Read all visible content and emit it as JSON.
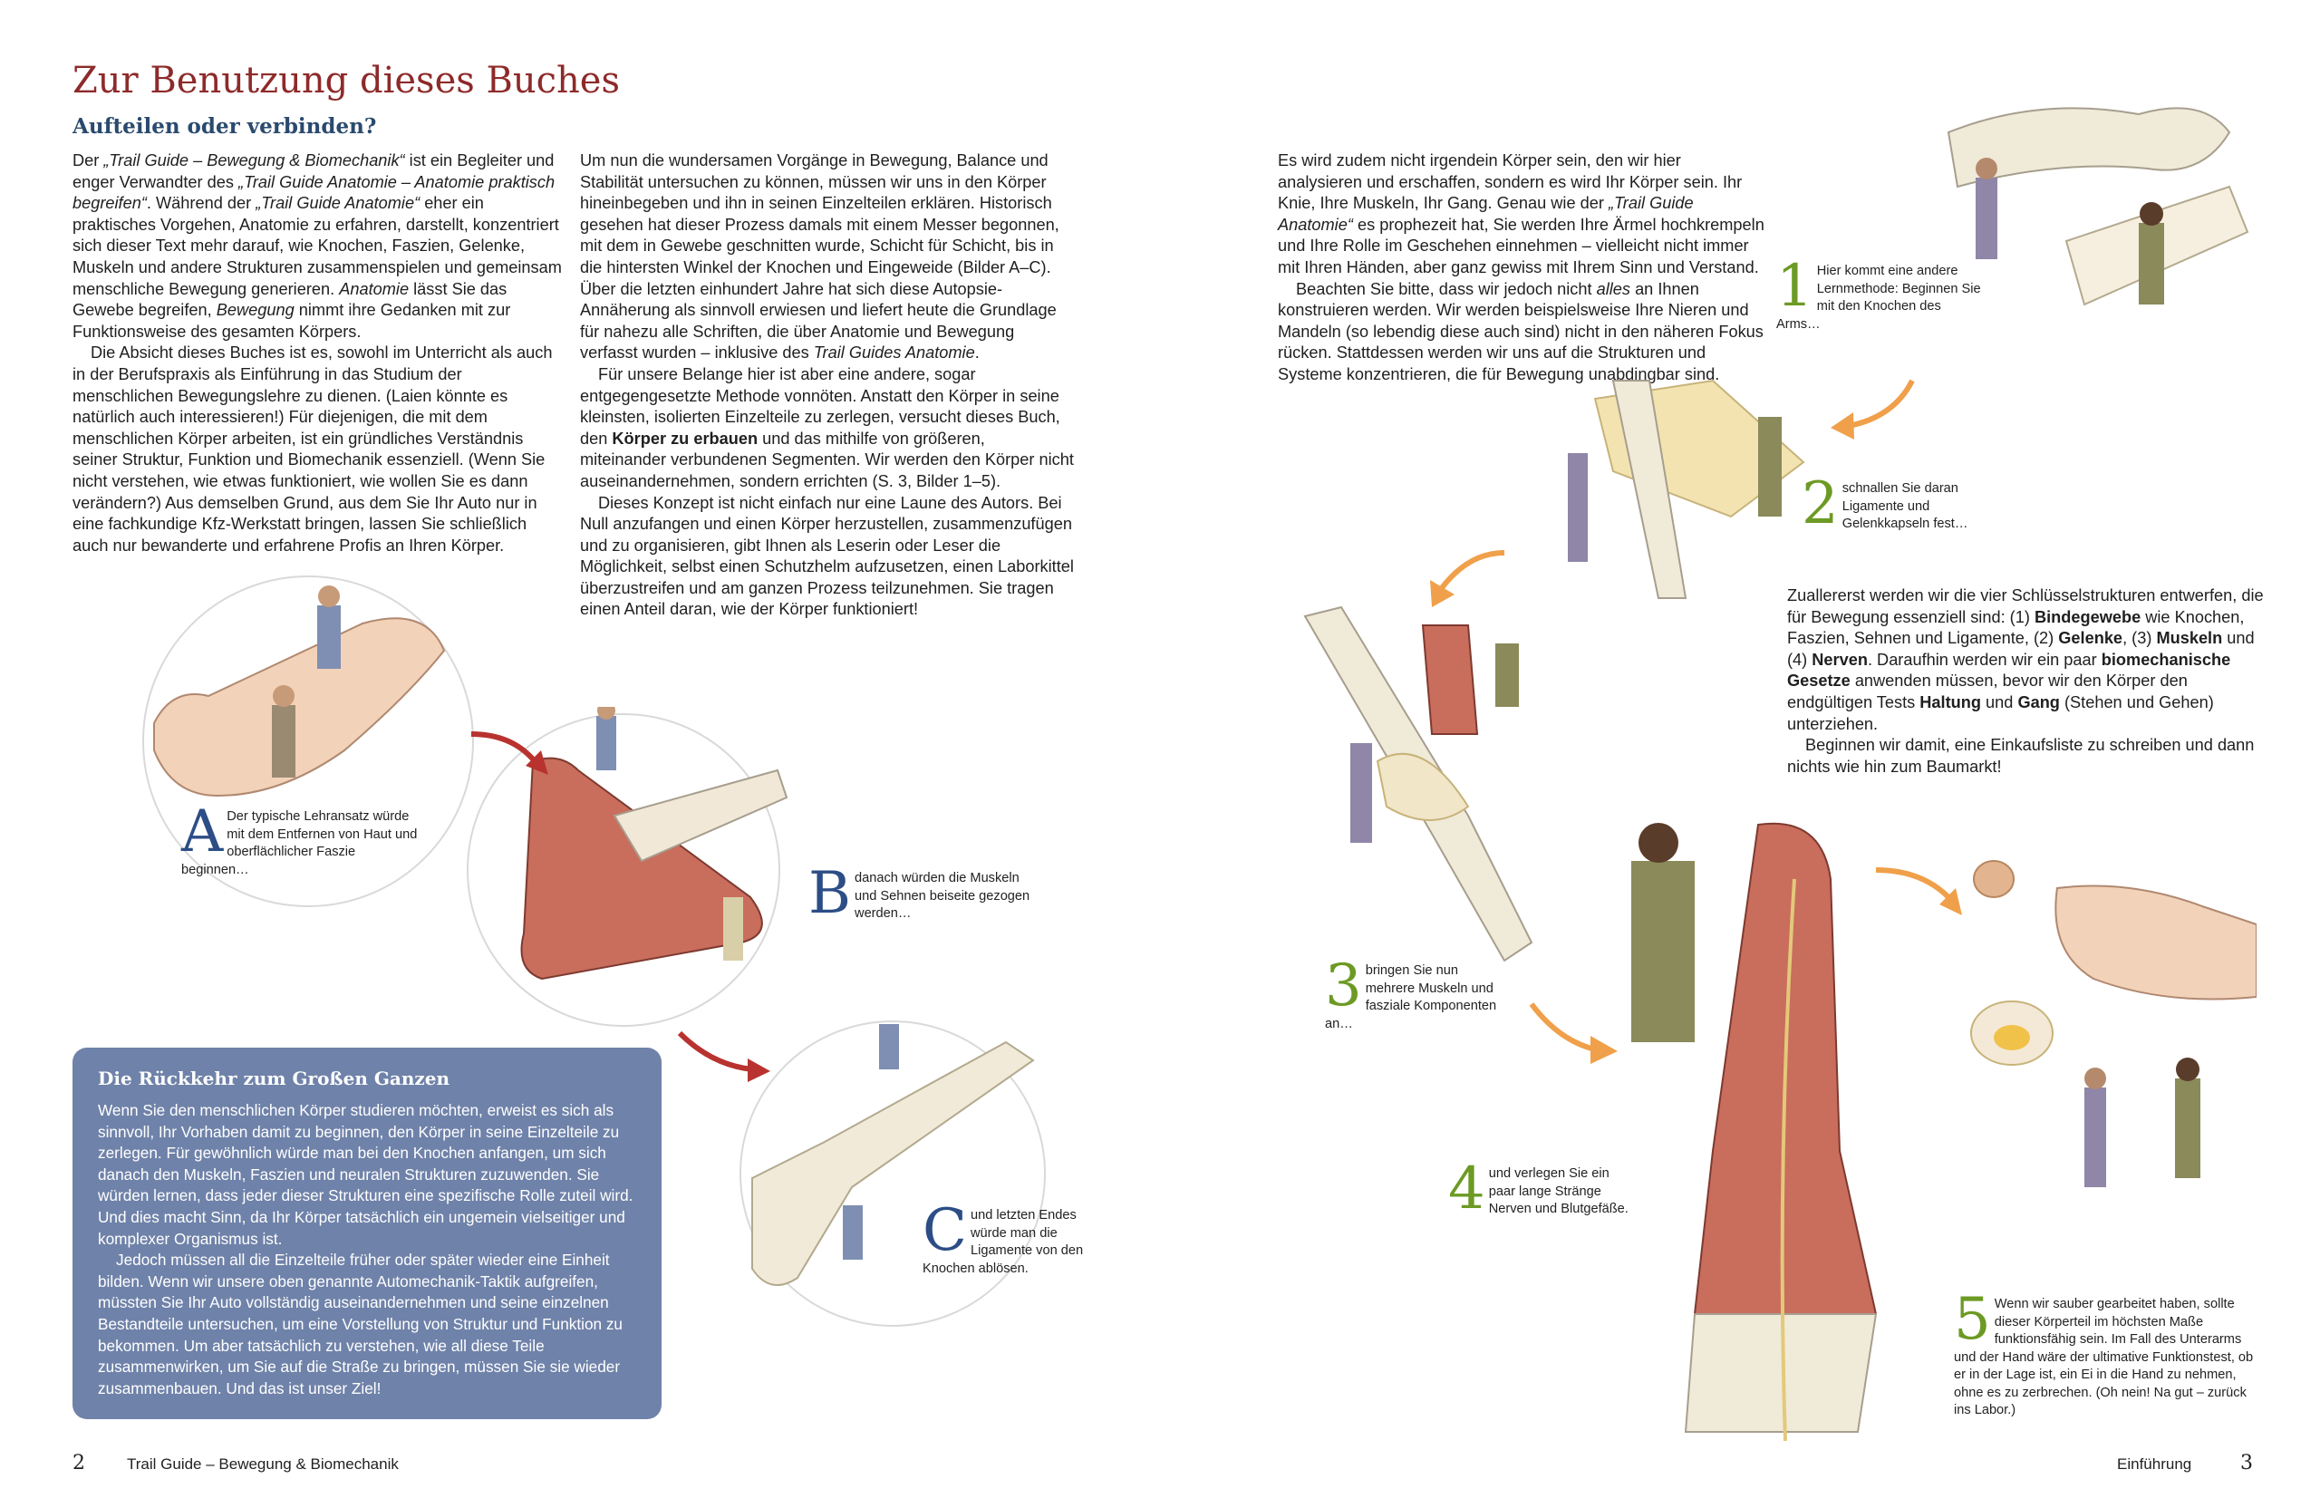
{
  "header": {
    "title": "Zur Benutzung dieses Buches",
    "subtitle": "Aufteilen oder verbinden?"
  },
  "left_col1": [
    [
      "Der ",
      {
        "i": "„Trail Guide – Bewegung & Biomechanik“"
      },
      " ist ein Begleiter und enger Verwandter des ",
      {
        "i": "„Trail Guide Anatomie – Anatomie praktisch begreifen“"
      },
      ". Während der ",
      {
        "i": "„Trail Guide Anatomie“"
      },
      " eher ein praktisches Vorgehen, Anatomie zu erfahren, darstellt, konzentriert sich dieser Text mehr darauf, wie Knochen, Faszien, Gelenke, Muskeln und andere Strukturen zusammenspielen und gemeinsam menschliche Bewegung generieren. ",
      {
        "i": "Anatomie"
      },
      " lässt Sie das Gewebe begreifen, ",
      {
        "i": "Bewegung"
      },
      " nimmt ihre Gedanken mit zur Funktionsweise des gesamten Körpers."
    ],
    [
      "Die Absicht dieses Buches ist es, sowohl im Unterricht als auch in der Berufspraxis als Einführung in das Studium der menschlichen Bewegungslehre zu dienen. (Laien könnte es natürlich auch interessieren!) Für diejenigen, die mit dem menschlichen Körper arbeiten, ist ein gründliches Verständnis seiner Struktur, Funktion und Biomechanik essenziell. (Wenn Sie nicht verstehen, wie etwas funktioniert, wie wollen Sie es dann verändern?) Aus demselben Grund, aus dem Sie Ihr Auto nur in eine fachkundige Kfz-Werkstatt bringen, lassen Sie schließlich auch nur bewanderte und erfahrene Profis an Ihren Körper."
    ]
  ],
  "left_col2": [
    [
      "Um nun die wundersamen Vorgänge in Bewegung, Balance und Stabilität untersuchen zu können, müssen wir uns in den Körper hineinbegeben und ihn in seinen Einzelteilen erklären. Historisch gesehen hat dieser Prozess damals mit einem Messer begonnen, mit dem in Gewebe geschnitten wurde, Schicht für Schicht, bis in die hintersten Winkel der Knochen und Eingeweide (Bilder A–C). Über die letzten einhundert Jahre hat sich diese Autopsie-Annäherung als sinnvoll erwiesen und liefert heute die Grundlage für nahezu alle Schriften, die über Anatomie und Bewegung verfasst wurden – inklusive des ",
      {
        "i": "Trail Guides Anatomie"
      },
      "."
    ],
    [
      "Für unsere Belange hier ist aber eine andere, sogar entgegengesetzte Methode vonnöten. Anstatt den Körper in seine kleinsten, isolierten Einzelteile zu zerlegen, versucht dieses Buch, den ",
      {
        "b": "Körper zu erbauen"
      },
      " und das mithilfe von größeren, miteinander verbundenen Segmenten. Wir werden den Körper nicht auseinandernehmen, sondern errichten (S. 3, Bilder 1–5)."
    ],
    [
      "Dieses Konzept ist nicht einfach nur eine Laune des Autors. Bei Null anzufangen und einen Körper herzustellen, zusammenzufügen und zu organisieren, gibt Ihnen als Leserin oder Leser die Möglichkeit, selbst einen Schutzhelm aufzusetzen, einen Laborkittel überzustreifen und am ganzen Prozess teilzunehmen. Sie tragen einen Anteil daran, wie der Körper funktioniert!"
    ]
  ],
  "right_col1": [
    [
      "Es wird zudem nicht irgendein Körper sein, den wir hier analysieren und erschaffen, sondern es wird Ihr Körper sein. Ihr Knie, Ihre Muskeln, Ihr Gang. Genau wie der ",
      {
        "i": "„Trail Guide Anatomie“"
      },
      " es prophezeit hat, Sie werden Ihre Ärmel hochkrempeln und Ihre Rolle im Geschehen einnehmen – vielleicht nicht immer mit Ihren Händen, aber ganz gewiss mit Ihrem Sinn und Verstand."
    ],
    [
      "Beachten Sie bitte, dass wir jedoch nicht ",
      {
        "i": "alles"
      },
      " an Ihnen konstruieren werden. Wir werden beispielsweise Ihre Nieren und Mandeln (so lebendig diese auch sind) nicht in den näheren Fokus rücken. Stattdessen werden wir uns auf die Strukturen und Systeme konzentrieren, die für Bewegung unabdingbar sind."
    ]
  ],
  "right_col2": [
    [
      "Zuallererst werden wir die vier Schlüsselstrukturen entwerfen, die für Bewegung essenziell sind: (1) ",
      {
        "b": "Bindegewebe"
      },
      " wie Knochen, Faszien, Sehnen und Ligamente, (2) ",
      {
        "b": "Gelenke"
      },
      ", (3) ",
      {
        "b": "Muskeln"
      },
      " und (4) ",
      {
        "b": "Nerven"
      },
      ". Daraufhin werden wir ein paar ",
      {
        "b": "biomechanische Gesetze"
      },
      " anwenden müssen, bevor wir den Körper den endgültigen Tests ",
      {
        "b": "Haltung"
      },
      " und ",
      {
        "b": "Gang"
      },
      " (Stehen und Gehen) unterziehen."
    ],
    [
      "Beginnen wir damit, eine Einkaufsliste zu schreiben und dann nichts wie hin zum Baumarkt!"
    ]
  ],
  "captions": {
    "A": {
      "letter": "A",
      "text": "Der typische Lehransatz würde mit dem Entfernen von Haut und oberflächlicher Faszie beginnen…"
    },
    "B": {
      "letter": "B",
      "text": "danach würden die Muskeln und Sehnen beiseite gezogen werden…"
    },
    "C": {
      "letter": "C",
      "text": "und letzten Endes würde man die Ligamente von den Knochen ablösen."
    },
    "n1": {
      "letter": "1",
      "text": "Hier kommt eine andere Lernmethode: Beginnen Sie mit den Knochen des Arms…"
    },
    "n2": {
      "letter": "2",
      "text": "schnallen Sie daran Ligamente und Gelenkkapseln fest…"
    },
    "n3": {
      "letter": "3",
      "text": "bringen Sie nun mehrere Muskeln und fasziale Komponenten an…"
    },
    "n4": {
      "letter": "4",
      "text": "und verlegen Sie ein paar lange Stränge Nerven und Blutgefäße."
    },
    "n5": {
      "letter": "5",
      "text": "Wenn wir sauber gearbeitet haben, sollte dieser Körperteil im höchsten Maße funktionsfähig sein. Im Fall des Unterarms und der Hand wäre der ultimative Funktionstest, ob er in der Lage ist, ein Ei in die Hand zu nehmen, ohne es zu zerbrechen. (Oh nein! Na gut – zurück ins Labor.)"
    }
  },
  "box": {
    "heading": "Die Rückkehr zum Großen Ganzen",
    "para1": "Wenn Sie den menschlichen Körper studieren möchten, erweist es sich als sinnvoll, Ihr Vorhaben damit zu beginnen, den Körper in seine Einzelteile zu zerlegen. Für gewöhnlich würde man bei den Knochen anfangen, um sich danach den Muskeln, Faszien und neuralen Strukturen zuzuwenden. Sie würden lernen, dass jeder dieser Strukturen eine spezifische Rolle zuteil wird. Und dies macht Sinn, da Ihr Körper tatsächlich ein ungemein vielseitiger und komplexer Organismus ist.",
    "para2": "Jedoch müssen all die Einzelteile früher oder später wieder eine Einheit bilden. Wenn wir unsere oben genannte Automechanik-Taktik aufgreifen, müssten Sie Ihr Auto vollständig auseinandernehmen und seine einzelnen Bestandteile untersuchen, um eine Vorstellung von Struktur und Funktion zu bekommen. Um aber tatsächlich zu verstehen, wie all diese Teile zusammenwirken, um Sie auf die Straße zu bringen, müssen Sie sie wieder zusammenbauen. Und das ist unser Ziel!"
  },
  "footer": {
    "left_page": "2",
    "left_title": "Trail Guide – Bewegung & Biomechanik",
    "right_title": "Einführung",
    "right_page": "3"
  },
  "colors": {
    "title": "#8e2a2a",
    "subtitle": "#2a4a6e",
    "caption_letter": "#2c4d86",
    "caption_number": "#6c9a24",
    "box": "#6f82a9",
    "arrow_red": "#b8332f",
    "arrow_orange": "#f0a04a"
  }
}
